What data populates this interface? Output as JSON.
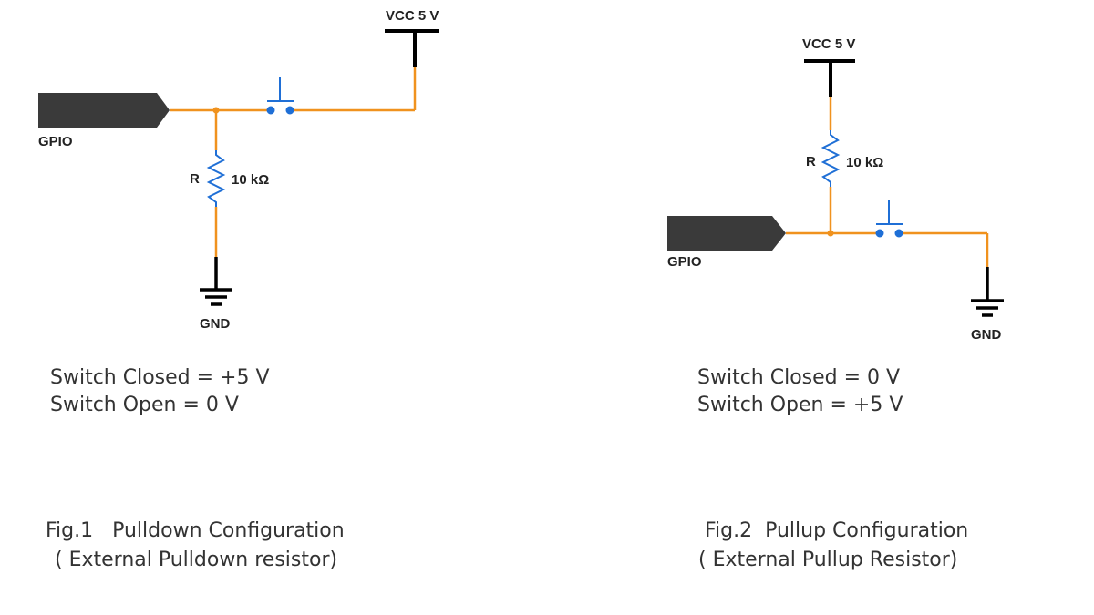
{
  "colors": {
    "wire": "#f0921e",
    "switch": "#1f6fd6",
    "terminal": "#000000",
    "gpio_body": "#3a3a3a",
    "text": "#222222"
  },
  "fig1": {
    "vcc_label": "VCC 5 V",
    "gpio_label": "GPIO",
    "gnd_label": "GND",
    "resistor_name": "R",
    "resistor_value": "10 kΩ",
    "state_closed": "Switch Closed = +5 V",
    "state_open": "Switch Open = 0 V",
    "caption_line1": "Fig.1   Pulldown Configuration",
    "caption_line2": "( External Pulldown resistor)"
  },
  "fig2": {
    "vcc_label": "VCC 5 V",
    "gpio_label": "GPIO",
    "gnd_label": "GND",
    "resistor_name": "R",
    "resistor_value": "10 kΩ",
    "state_closed": "Switch Closed = 0 V",
    "state_open": "Switch Open = +5 V",
    "caption_line1": "Fig.2  Pullup Configuration",
    "caption_line2": "( External Pullup Resistor)"
  }
}
